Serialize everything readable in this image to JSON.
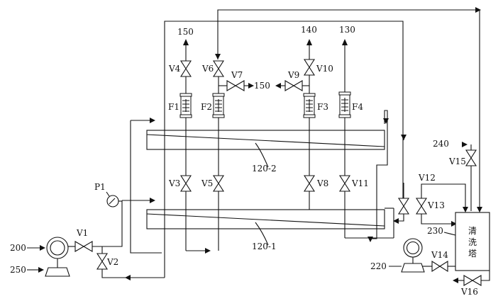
{
  "membranes": {
    "upper": "120-2",
    "lower": "120-1"
  },
  "pumps": {
    "feed": "200",
    "clean": "220"
  },
  "ports": {
    "feed_in": "250",
    "out_150_top": "150",
    "out_150_mid": "150",
    "out_140": "140",
    "out_130": "130",
    "clean_in": "240"
  },
  "valves": [
    "V1",
    "V2",
    "V3",
    "V4",
    "V5",
    "V6",
    "V7",
    "V8",
    "V9",
    "V10",
    "V11",
    "V12",
    "V13",
    "V14",
    "V15",
    "V16"
  ],
  "flowmeters": [
    "F1",
    "F2",
    "F3",
    "F4"
  ],
  "gauge": "P1",
  "tank": {
    "ref": "230",
    "label_chars": [
      "清",
      "洗",
      "塔"
    ]
  }
}
